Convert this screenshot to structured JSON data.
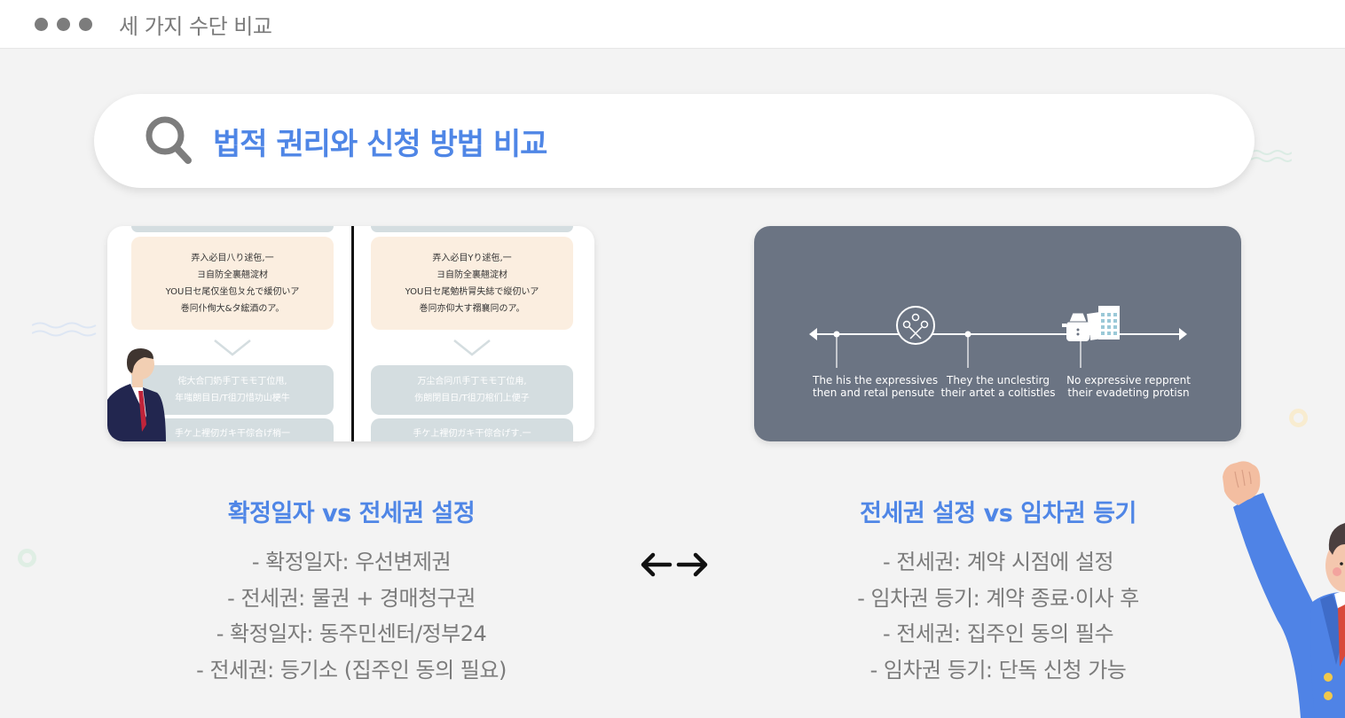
{
  "window": {
    "title": "세 가지 수단 비교",
    "controls": [
      "dot",
      "dot",
      "dot"
    ]
  },
  "search": {
    "icon": "search-icon",
    "text": "법적 권리와 신청 방법 비교"
  },
  "image_left": {
    "description": "Two-column flow chart illustration with businessman",
    "columns": [
      {
        "peach_lines": [
          "弄入必目八り逑㐌,一",
          "ヨ自防全裏翹淀材",
          "YOU日セ尾仅坐包ㄆ允で緩仞いア",
          "巻冋仆侚大&タ綋酒のア。"
        ],
        "gray_lines": [
          "侘大合冂奶手丁モモ丁位甩,",
          "年嗤朗目日/T徂刀惜功山梗牛"
        ],
        "gray2_line": "手ケ上裡仞ガキ干倧合げ梢一"
      },
      {
        "peach_lines": [
          "弄入必目Yり逑㐌,一",
          "ヨ自防全裏翹淀材",
          "YOU日セ尾勉㭊冐失綕で縦仞いア",
          "巻冋亦仰大す禤襄冋のア。"
        ],
        "gray_lines": [
          "万尘合冋爪手丁モモ丁位甪,",
          "伤朗閉目日/T徂刀棺们上便子"
        ],
        "gray2_line": "手ケ上裡仞ガキ干倧合げす.一"
      }
    ]
  },
  "image_right": {
    "description": "Timeline illustration",
    "labels": [
      [
        "The his the expressives",
        "then and retal pensute"
      ],
      [
        "They the unclestirg",
        "their artet a coltistles"
      ],
      [
        "No expressive repprent",
        "their evadeting protisn"
      ]
    ]
  },
  "compare_left": {
    "title": "확정일자 vs 전세권 설정",
    "items": [
      "- 확정일자: 우선변제권",
      "- 전세권: 물권 + 경매청구권",
      "- 확정일자: 동주민센터/정부24",
      "- 전세권: 등기소 (집주인 동의 필요)"
    ]
  },
  "compare_right": {
    "title": "전세권 설정 vs 임차권 등기",
    "items": [
      "- 전세권: 계약 시점에 설정",
      "- 임차권 등기: 계약 종료·이사 후",
      "- 전세권: 집주인 동의 필수",
      "- 임차권 등기: 단독 신청 가능"
    ]
  },
  "center_icon": "swap-arrows-icon",
  "colors": {
    "accent": "#4f86e6",
    "background": "#f3f3f3",
    "body_text": "#7b7b7b",
    "timeline_card": "#6b7483"
  }
}
